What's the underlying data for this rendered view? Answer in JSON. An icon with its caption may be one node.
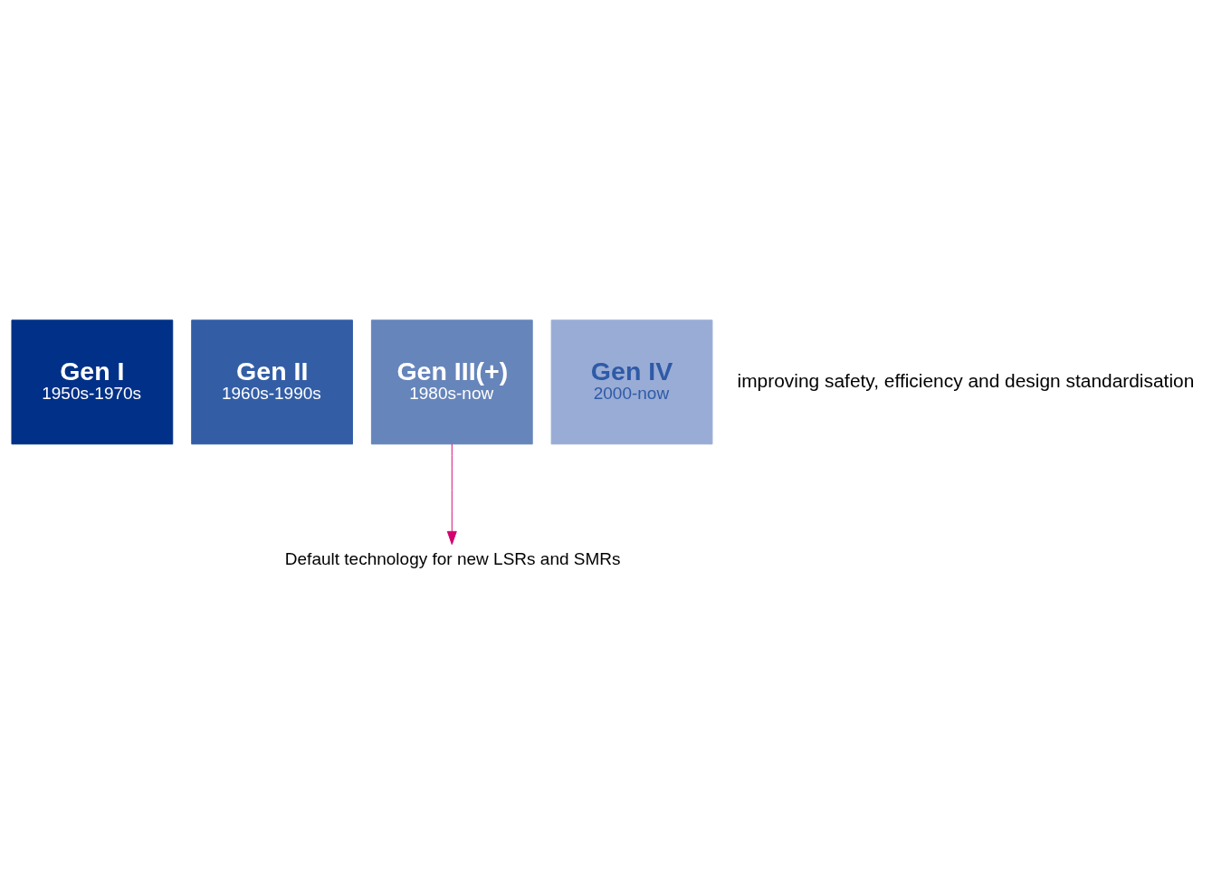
{
  "diagram": {
    "nodes": [
      {
        "text": [
          "Gen I",
          "1950s-1970s"
        ]
      },
      {
        "text": [
          "Gen II",
          "1960s-1990s"
        ]
      },
      {
        "text": [
          "Gen III(+)",
          "1980s-now"
        ]
      },
      {
        "text": [
          "Gen IV",
          "2000-now"
        ]
      },
      {
        "text": [
          "Default technology for new LSRs and SMRs"
        ]
      }
    ],
    "edges": [
      {
        "from": 2,
        "to": 4,
        "arrow": "to",
        "color": "#d4006e"
      }
    ],
    "labels": [
      "improving safety, efficiency and design standardisation"
    ]
  }
}
